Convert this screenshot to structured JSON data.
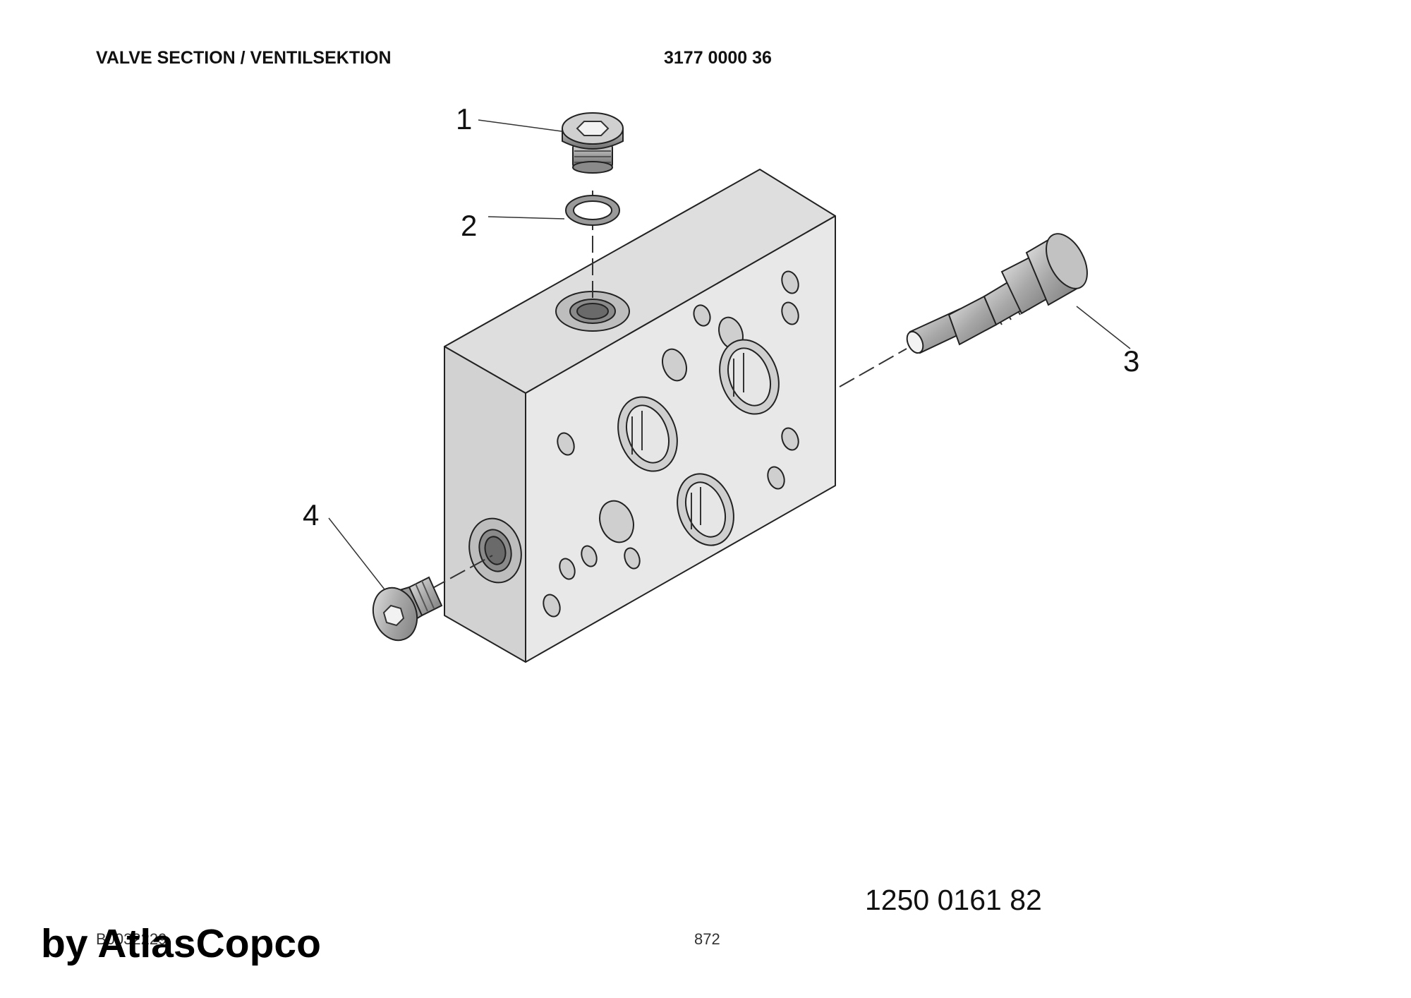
{
  "header": {
    "title": "VALVE SECTION / VENTILSEKTION",
    "part_number": "3177 0000 36"
  },
  "callouts": [
    "1",
    "2",
    "3",
    "4"
  ],
  "footer": {
    "drawing_number": "1250 0161 82",
    "sheet_ref": "B0032229",
    "page_number": "872",
    "watermark": "by AtlasCopco"
  }
}
